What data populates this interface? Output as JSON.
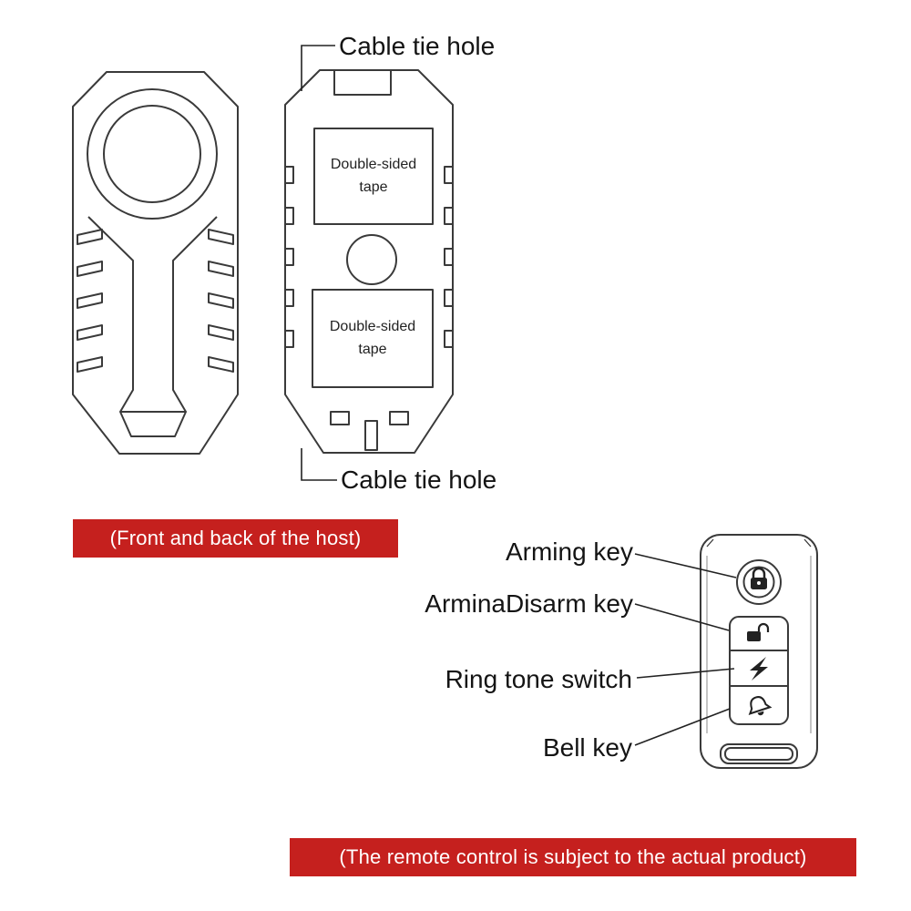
{
  "host": {
    "cable_tie_hole_top": "Cable tie hole",
    "cable_tie_hole_bottom": "Cable tie hole",
    "tape_top": "Double-sided tape",
    "tape_bottom": "Double-sided tape",
    "caption": "(Front and back of the host)"
  },
  "remote": {
    "labels": {
      "arming": "Arming key",
      "disarm": "ArminaDisarm key",
      "ring_tone": "Ring tone switch",
      "bell": "Bell key"
    },
    "icons": {
      "arming": "lock-icon",
      "disarm": "unlock-icon",
      "ring_tone": "lightning-icon",
      "bell": "bell-icon"
    },
    "caption": "(The remote control is subject to the actual product)"
  },
  "colors": {
    "banner_bg": "#c5201e",
    "banner_text": "#ffffff",
    "line": "#3a3a3a",
    "text": "#141414"
  }
}
